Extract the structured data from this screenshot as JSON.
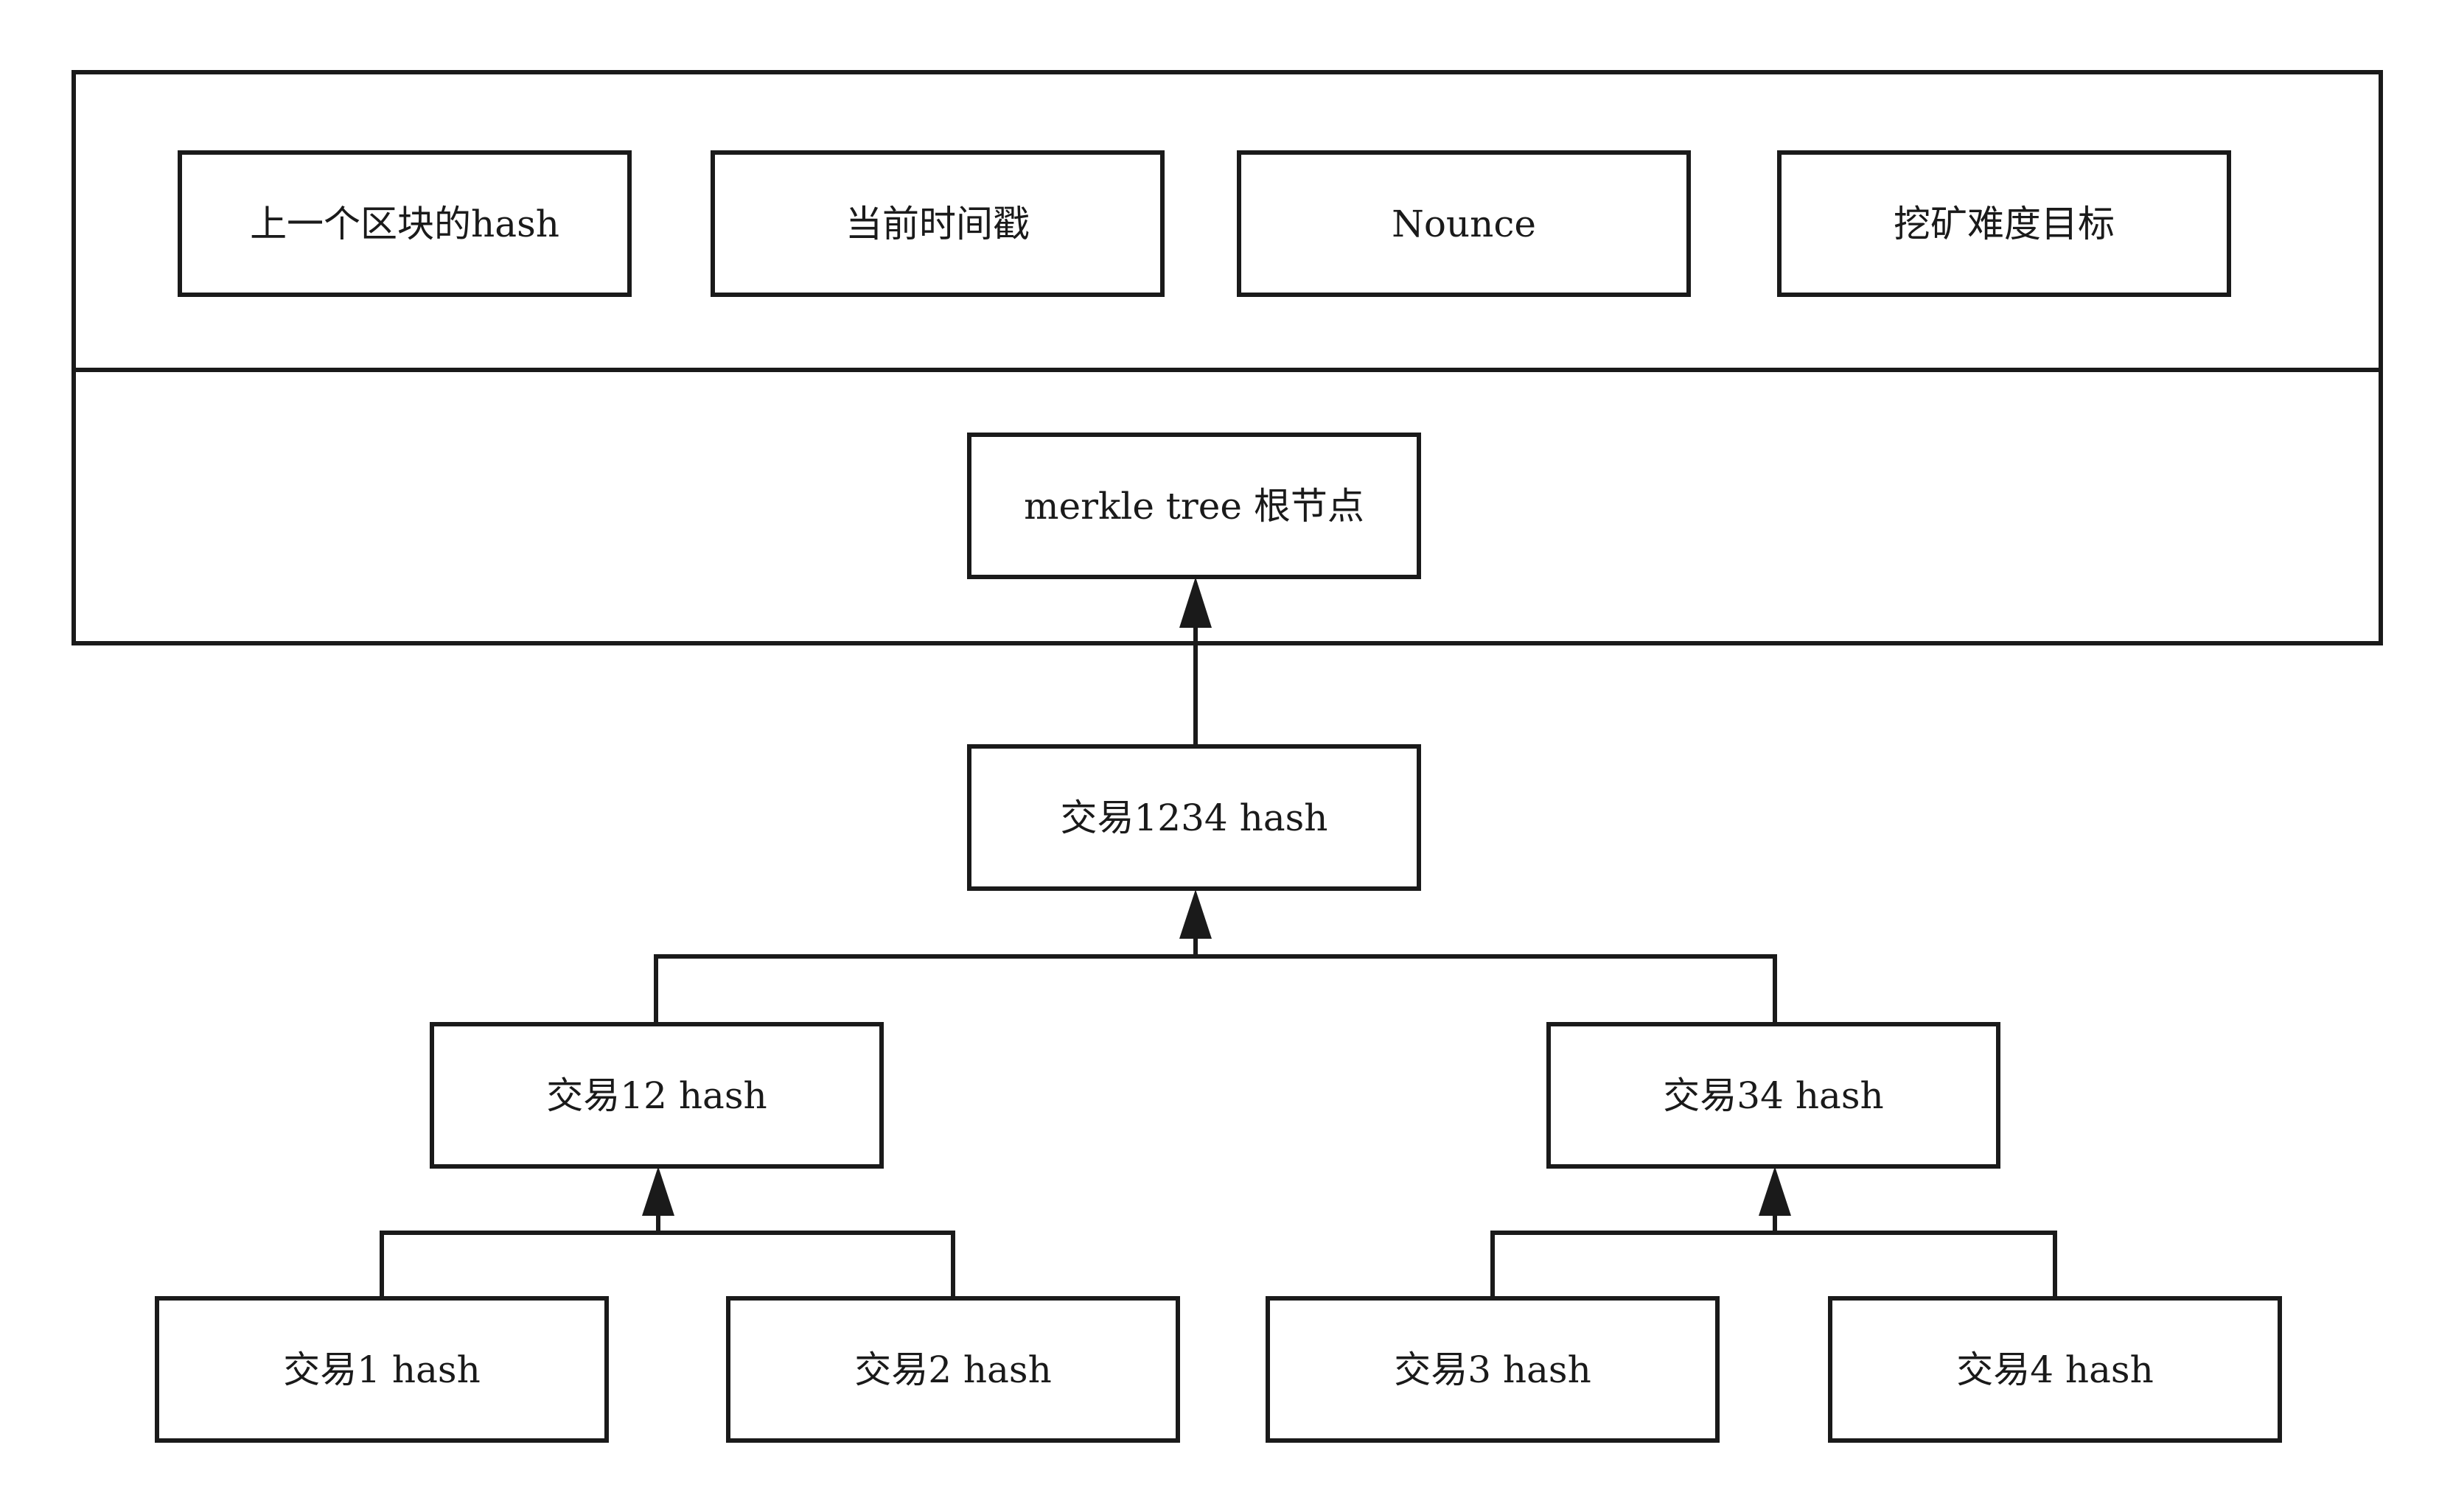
{
  "block_header": {
    "fields": [
      {
        "label": "上一个区块的hash"
      },
      {
        "label": "当前时间戳"
      },
      {
        "label": "Nounce"
      },
      {
        "label": "挖矿难度目标"
      }
    ],
    "root": {
      "label": "merkle tree 根节点"
    }
  },
  "merkle_tree": {
    "level_top": {
      "label": "交易1234 hash"
    },
    "level_mid": [
      {
        "label": "交易12 hash"
      },
      {
        "label": "交易34 hash"
      }
    ],
    "leaves": [
      {
        "label": "交易1 hash"
      },
      {
        "label": "交易2 hash"
      },
      {
        "label": "交易3 hash"
      },
      {
        "label": "交易4 hash"
      }
    ]
  },
  "colors": {
    "line": "#1a1a1a",
    "background": "#ffffff"
  }
}
